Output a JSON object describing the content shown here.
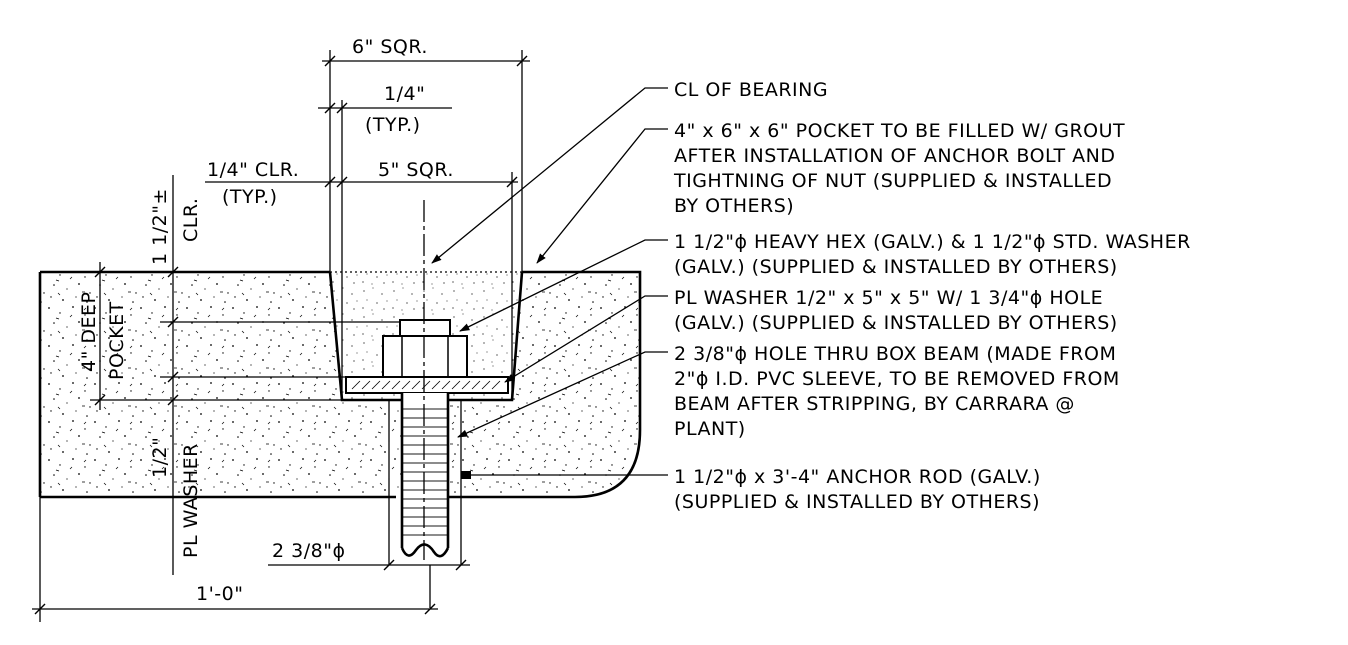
{
  "dimensions": {
    "six_sqr": "6\" SQR.",
    "quarter_top": "1/4\"",
    "typ_top": "(TYP.)",
    "quarter_clr": "1/4\" CLR.",
    "typ_left": "(TYP.)",
    "five_sqr": "5\" SQR.",
    "one_half_pm": "1 1/2\"±",
    "clr": "CLR.",
    "four_deep": "4\" DEEP",
    "pocket": "POCKET",
    "half": "1/2\"",
    "pl_washer": "PL WASHER",
    "hole_dia": "2 3/8\"ϕ",
    "one_foot": "1'-0\""
  },
  "callouts": [
    {
      "lines": [
        "CL OF BEARING"
      ]
    },
    {
      "lines": [
        "4\" x 6\" x 6\" POCKET TO BE FILLED W/ GROUT",
        "AFTER INSTALLATION OF ANCHOR BOLT AND",
        "TIGHTNING OF NUT (SUPPLIED & INSTALLED",
        "BY OTHERS)"
      ]
    },
    {
      "lines": [
        "1 1/2\"ϕ HEAVY HEX (GALV.) & 1 1/2\"ϕ STD. WASHER",
        "(GALV.) (SUPPLIED & INSTALLED BY OTHERS)"
      ]
    },
    {
      "lines": [
        "PL WASHER 1/2\" x 5\" x 5\" W/ 1 3/4\"ϕ HOLE",
        "(GALV.) (SUPPLIED & INSTALLED BY OTHERS)"
      ]
    },
    {
      "lines": [
        "2 3/8\"ϕ HOLE THRU BOX BEAM (MADE FROM",
        "2\"ϕ I.D. PVC SLEEVE, TO BE REMOVED FROM",
        "BEAM AFTER STRIPPING, BY CARRARA @",
        "PLANT)"
      ]
    },
    {
      "lines": [
        "1 1/2\"ϕ x 3'-4\" ANCHOR ROD (GALV.)",
        "(SUPPLIED & INSTALLED BY OTHERS)"
      ]
    }
  ]
}
